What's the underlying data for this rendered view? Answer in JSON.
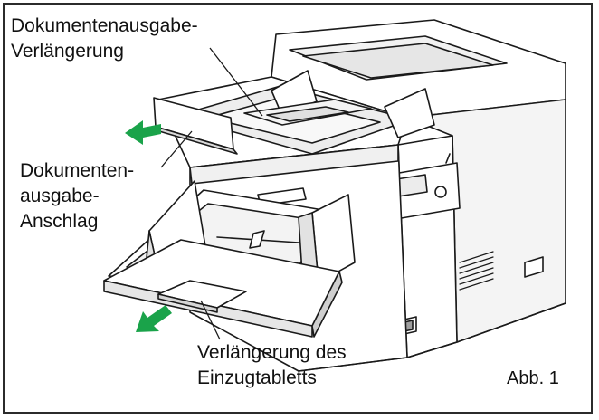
{
  "labels": {
    "output_extension": [
      "Dokumentenausgabe-",
      "Verlängerung"
    ],
    "output_stop": [
      "Dokumenten-",
      "ausgabe-",
      "Anschlag"
    ],
    "feed_extension": [
      "Verlängerung des",
      "Einzugtabletts"
    ],
    "figure": "Abb. 1"
  },
  "colors": {
    "outline": "#1a1a1a",
    "body_fill": "#ffffff",
    "shade": "#e6e6e6",
    "dark_shade": "#c9c9c9",
    "arrow": "#1aa34a",
    "frame": "#2b2b2b"
  },
  "icons": {
    "arrows": [
      "arrow-left-green-icon",
      "arrow-down-left-green-icon"
    ]
  }
}
